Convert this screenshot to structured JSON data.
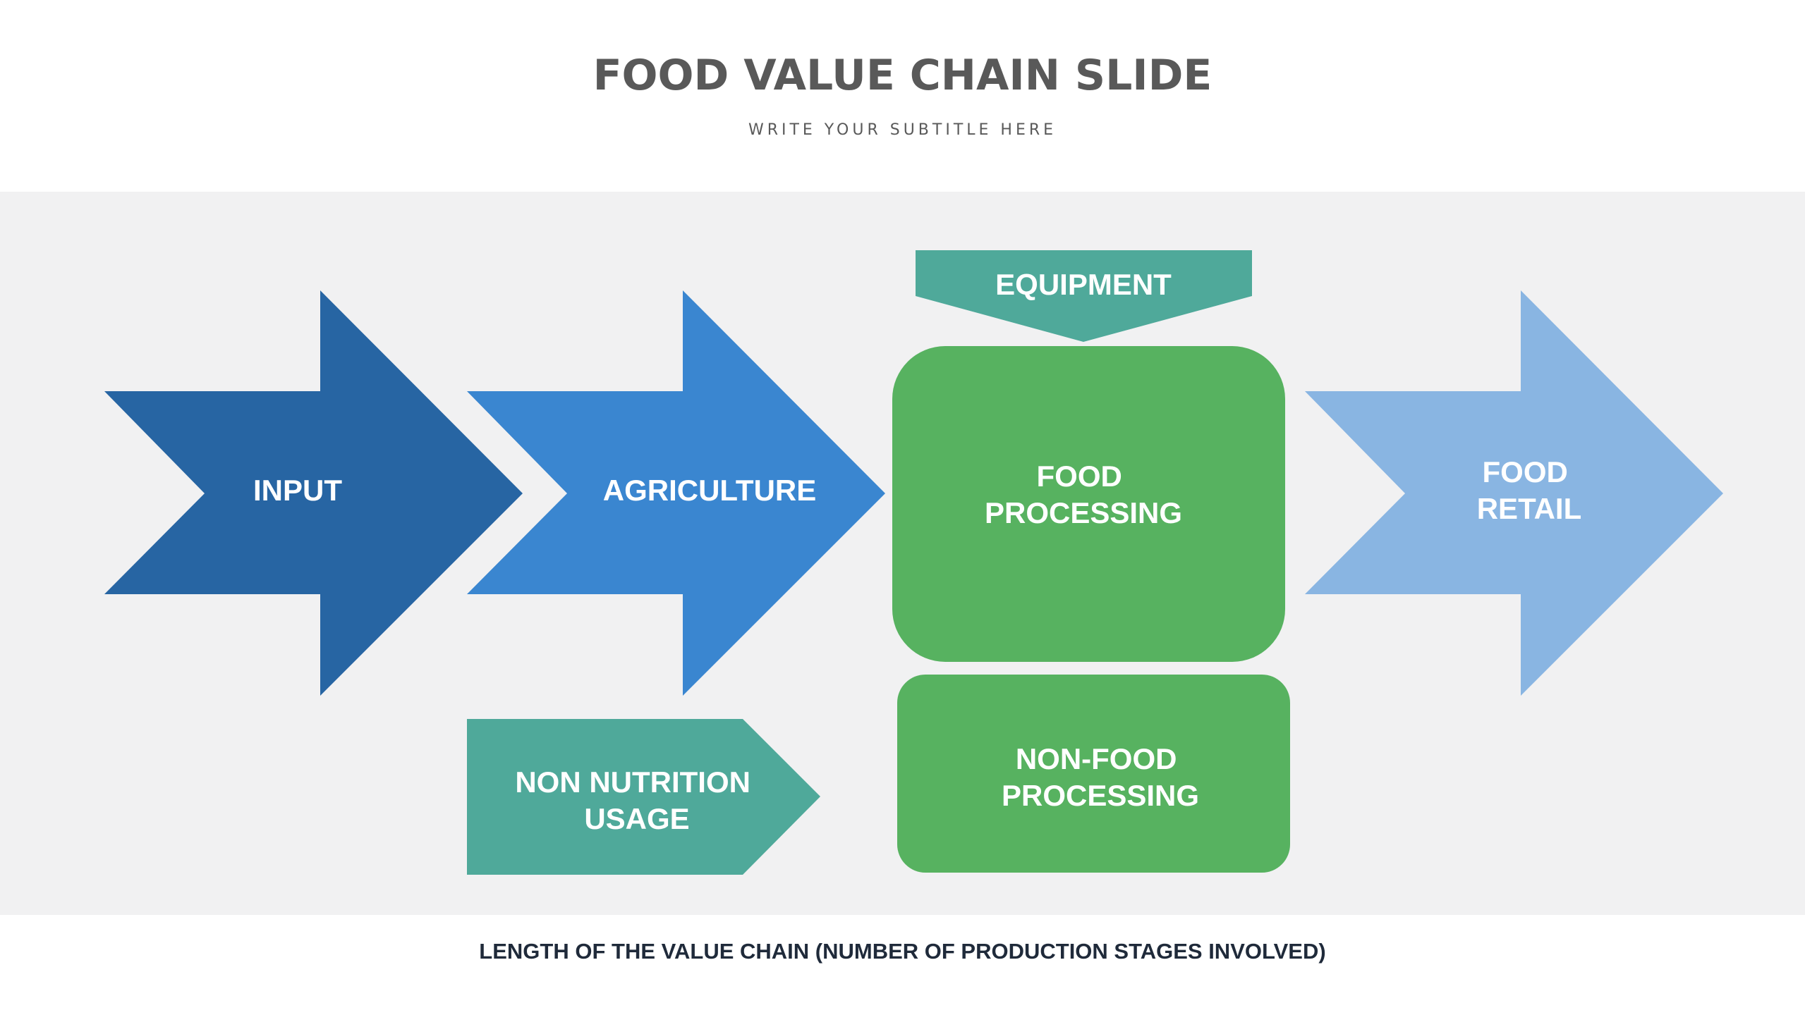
{
  "header": {
    "title": "FOOD VALUE CHAIN SLIDE",
    "subtitle": "WRITE YOUR SUBTITLE HERE"
  },
  "diagram": {
    "input": {
      "label": "INPUT",
      "color": "#2765a3"
    },
    "agriculture": {
      "label": "AGRICULTURE",
      "color": "#3a86d0"
    },
    "equipment": {
      "label": "EQUIPMENT",
      "color": "#4fa99a"
    },
    "food_processing": {
      "line1": "FOOD",
      "line2": "PROCESSING",
      "color": "#57b260"
    },
    "food_retail": {
      "line1": "FOOD",
      "line2": "RETAIL",
      "color": "#89b5e2"
    },
    "non_nutrition_usage": {
      "line1": "NON NUTRITION",
      "line2": "USAGE",
      "color": "#4fa99a"
    },
    "non_food_processing": {
      "line1": "NON-FOOD",
      "line2": "PROCESSING",
      "color": "#57b260"
    }
  },
  "footer": {
    "caption": "LENGTH OF THE VALUE CHAIN (NUMBER OF PRODUCTION STAGES INVOLVED)"
  }
}
